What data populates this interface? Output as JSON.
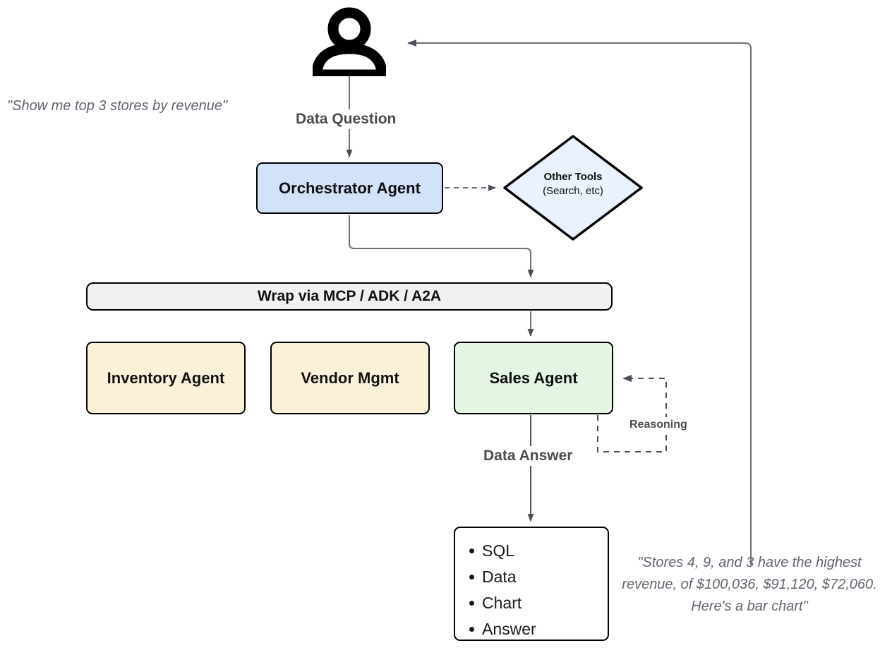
{
  "diagram": {
    "title": "Multi-agent data analytics orchestration flow",
    "colors": {
      "orchestrator_fill": "#d2e2f9",
      "tools_fill": "#eaf2fd",
      "mcp_fill": "#eef0f2",
      "agent_fill": "#fbf1d8",
      "sales_fill": "#e4f5e4",
      "output_fill": "#ffffff",
      "stroke": "#000000",
      "wire": "#6b7079",
      "label_text": "#4d4d4d",
      "quote_text": "#60656f"
    },
    "actor": {
      "icon": "user-icon",
      "quote": "\"Show me top 3 stores by revenue\""
    },
    "nodes": {
      "orchestrator": "Orchestrator Agent",
      "other_tools_title": "Other Tools",
      "other_tools_sub": "(Search, etc)",
      "mcp_bar": "Wrap via MCP / ADK / A2A",
      "inventory_agent": "Inventory Agent",
      "vendor_mgmt": "Vendor Mgmt",
      "sales_agent": "Sales Agent"
    },
    "edge_labels": {
      "data_question": "Data Question",
      "data_answer": "Data Answer",
      "reasoning": "Reasoning"
    },
    "output": {
      "items": [
        "SQL",
        "Data",
        "Chart",
        "Answer"
      ],
      "quote": "\"Stores 4, 9, and 3 have the highest revenue, of $100,036, $91,120, $72,060. Here's a bar chart\""
    }
  }
}
